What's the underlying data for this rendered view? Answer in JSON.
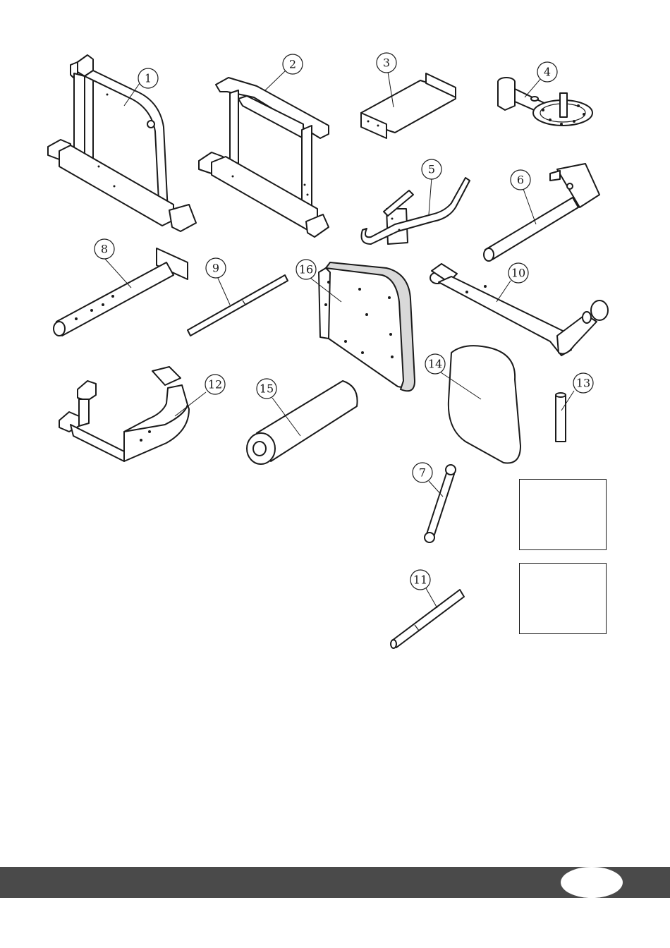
{
  "parts": [
    {
      "id": "part-1",
      "label": "1"
    },
    {
      "id": "part-2",
      "label": "2"
    },
    {
      "id": "part-3",
      "label": "3"
    },
    {
      "id": "part-4",
      "label": "4"
    },
    {
      "id": "part-5",
      "label": "5"
    },
    {
      "id": "part-6",
      "label": "6"
    },
    {
      "id": "part-7",
      "label": "7"
    },
    {
      "id": "part-8",
      "label": "8"
    },
    {
      "id": "part-9",
      "label": "9"
    },
    {
      "id": "part-10",
      "label": "10"
    },
    {
      "id": "part-11",
      "label": "11"
    },
    {
      "id": "part-12",
      "label": "12"
    },
    {
      "id": "part-13",
      "label": "13"
    },
    {
      "id": "part-14",
      "label": "14"
    },
    {
      "id": "part-15",
      "label": "15"
    },
    {
      "id": "part-16",
      "label": "16"
    }
  ],
  "colors": {
    "line": "#1a1a1a",
    "footer": "#4a4a4a",
    "background": "#ffffff"
  }
}
